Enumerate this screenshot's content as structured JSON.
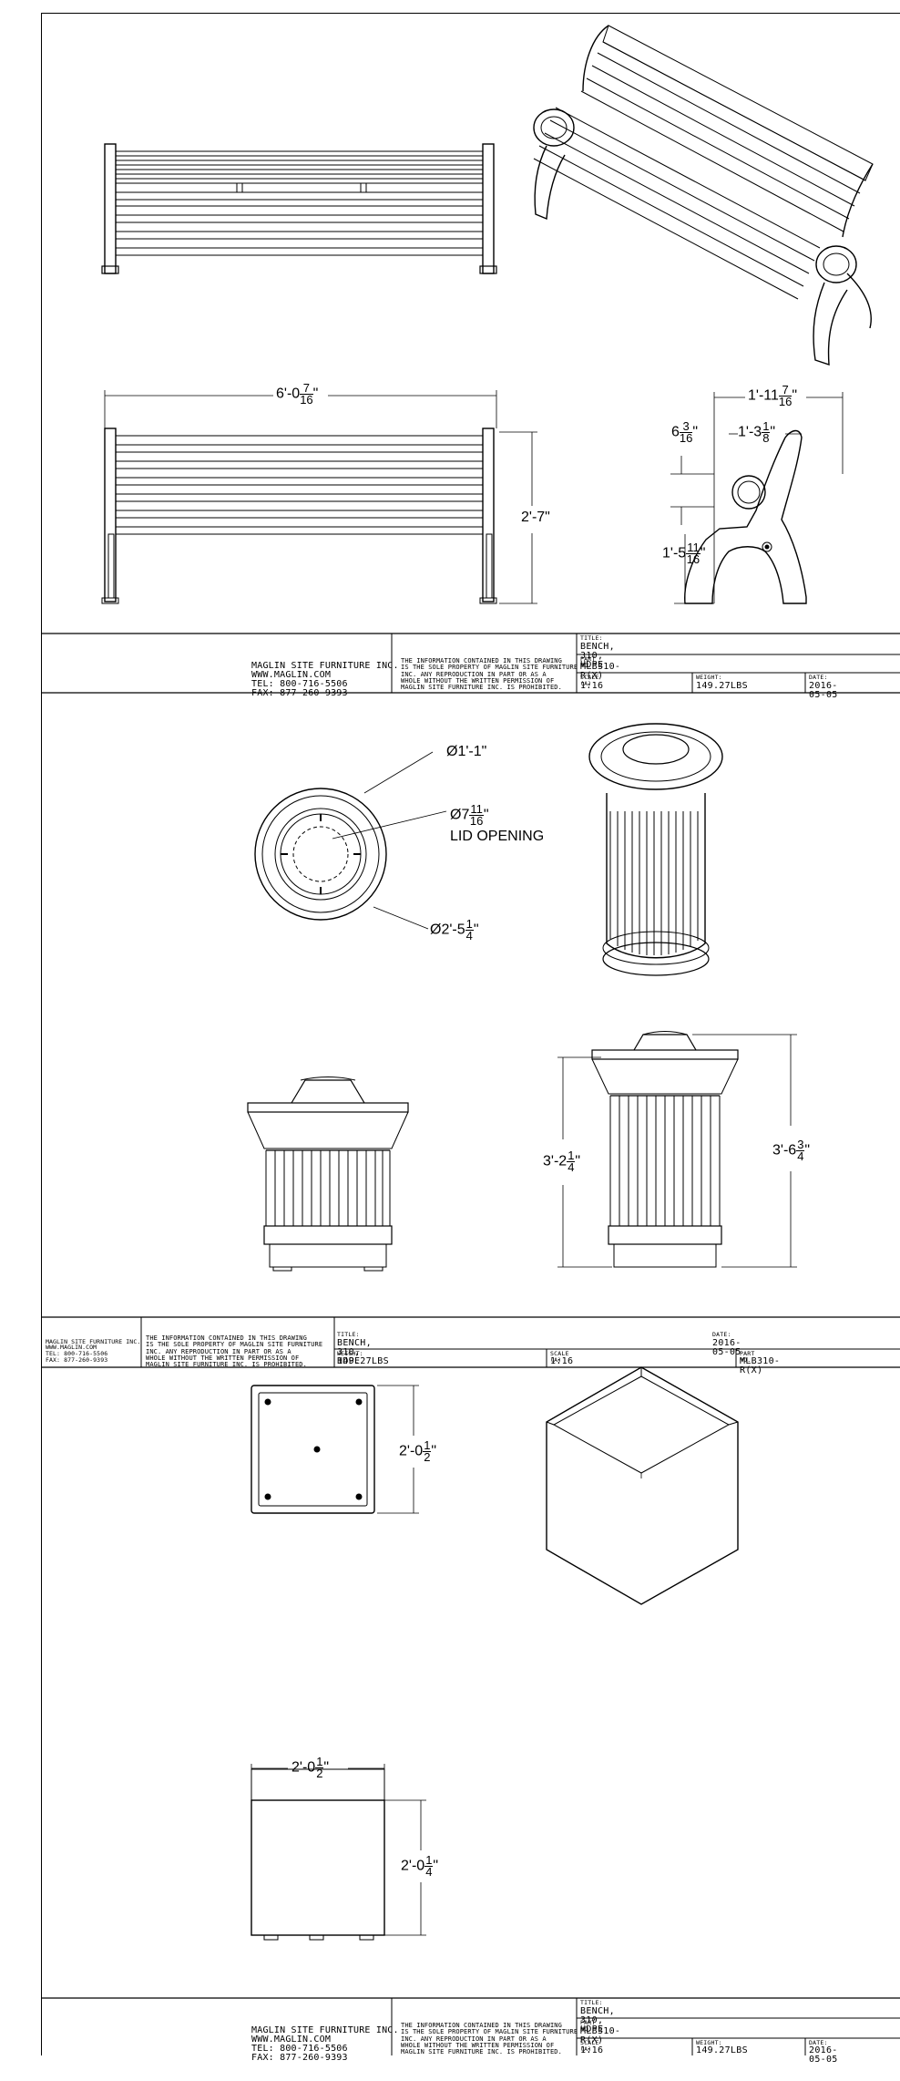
{
  "sheet1": {
    "company": [
      "MAGLIN SITE FURNITURE INC.",
      "WWW.MAGLIN.COM",
      "TEL: 800-716-5506",
      "FAX: 877-260-9393"
    ],
    "legal": [
      "THE INFORMATION CONTAINED IN THIS DRAWING",
      "IS THE SOLE PROPERTY OF MAGLIN SITE FURNITURE",
      "INC. ANY REPRODUCTION IN PART OR AS A",
      "WHOLE WITHOUT THE WRITTEN PERMISSION OF",
      "MAGLIN SITE FURNITURE INC. IS PROHIBITED."
    ],
    "title_label": "TITLE:",
    "title": "BENCH, 310, HDPE",
    "part_label": "PART NO.",
    "part": "MLB310-R(X)",
    "scale_label": "SCALE (A)",
    "scale": "1:16",
    "weight_label": "WEIGHT:",
    "weight": "149.27LBS",
    "date_label": "DATE:",
    "date": "2016-05-05",
    "dims": {
      "length_ft": "6'-0",
      "length_n": "7",
      "length_d": "16",
      "height": "2'-7\"",
      "depth_ft": "1'-11",
      "depth_n": "7",
      "depth_d": "16",
      "arm_ft": "1'-3",
      "arm_n": "1",
      "arm_d": "8",
      "back_ft": "6",
      "back_n": "3",
      "back_d": "16",
      "seat_ft": "1'-5",
      "seat_n": "11",
      "seat_d": "16"
    }
  },
  "sheet2": {
    "company": [
      "MAGLIN SITE FURNITURE INC.",
      "WWW.MAGLIN.COM",
      "TEL: 800-716-5506",
      "FAX: 877-260-9393"
    ],
    "legal": [
      "THE INFORMATION CONTAINED IN THIS DRAWING",
      "IS THE SOLE PROPERTY OF MAGLIN SITE FURNITURE",
      "INC. ANY REPRODUCTION IN PART OR AS A",
      "WHOLE WITHOUT THE WRITTEN PERMISSION OF",
      "MAGLIN SITE FURNITURE INC. IS PROHIBITED."
    ],
    "title_label": "TITLE:",
    "title": "BENCH, 310, HDPE",
    "date_label": "DATE:",
    "date": "2016-05-05",
    "weight_label": "WEIGHT:",
    "weight": "149.27LBS",
    "scale_label": "SCALE (A)",
    "scale": "1:16",
    "part_label": "PART NO.",
    "part": "MLB310-R(X)",
    "dims": {
      "top_dia": "Ø1'-1\"",
      "lid_dia_ft": "Ø7",
      "lid_n": "11",
      "lid_d": "16",
      "lid_note": "LID OPENING",
      "base_dia_ft": "Ø2'-5",
      "base_n": "1",
      "base_d": "4",
      "body_h_ft": "3'-2",
      "body_n": "1",
      "body_d": "4",
      "total_h_ft": "3'-6",
      "total_n": "3",
      "total_d": "4"
    }
  },
  "sheet3": {
    "company": [
      "MAGLIN SITE FURNITURE INC.",
      "WWW.MAGLIN.COM",
      "TEL: 800-716-5506",
      "FAX: 877-260-9393"
    ],
    "legal": [
      "THE INFORMATION CONTAINED IN THIS DRAWING",
      "IS THE SOLE PROPERTY OF MAGLIN SITE FURNITURE",
      "INC. ANY REPRODUCTION IN PART OR AS A",
      "WHOLE WITHOUT THE WRITTEN PERMISSION OF",
      "MAGLIN SITE FURNITURE INC. IS PROHIBITED."
    ],
    "title_label": "TITLE:",
    "title": "BENCH, 310, HDPE",
    "part_label": "PART NO.",
    "part": "MLB310-R(X)",
    "scale_label": "SCALE (A)",
    "scale": "1:16",
    "weight_label": "WEIGHT:",
    "weight": "149.27LBS",
    "date_label": "DATE:",
    "date": "2016-05-05",
    "dims": {
      "plan_ft": "2'-0",
      "plan_n": "1",
      "plan_d": "2",
      "width_ft": "2'-0",
      "width_n": "1",
      "width_d": "2",
      "height_ft": "2'-0",
      "height_n": "1",
      "height_d": "4"
    }
  }
}
